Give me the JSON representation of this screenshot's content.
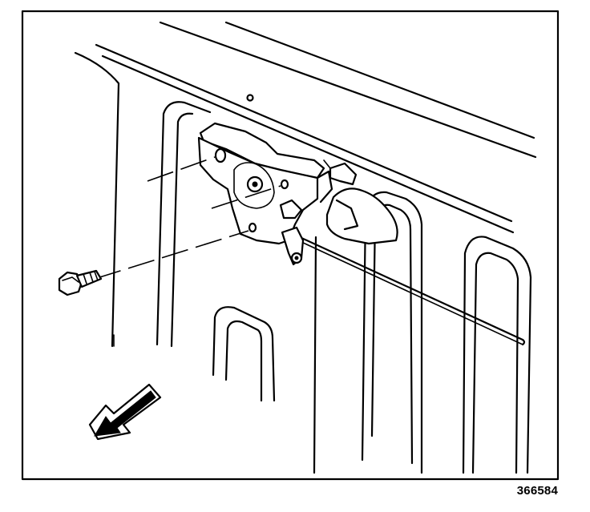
{
  "figure": {
    "reference_number": "366584",
    "parts": [
      "tailgate-panel",
      "latch-assembly",
      "striker",
      "latch-rod",
      "bolt",
      "direction-arrow"
    ]
  }
}
